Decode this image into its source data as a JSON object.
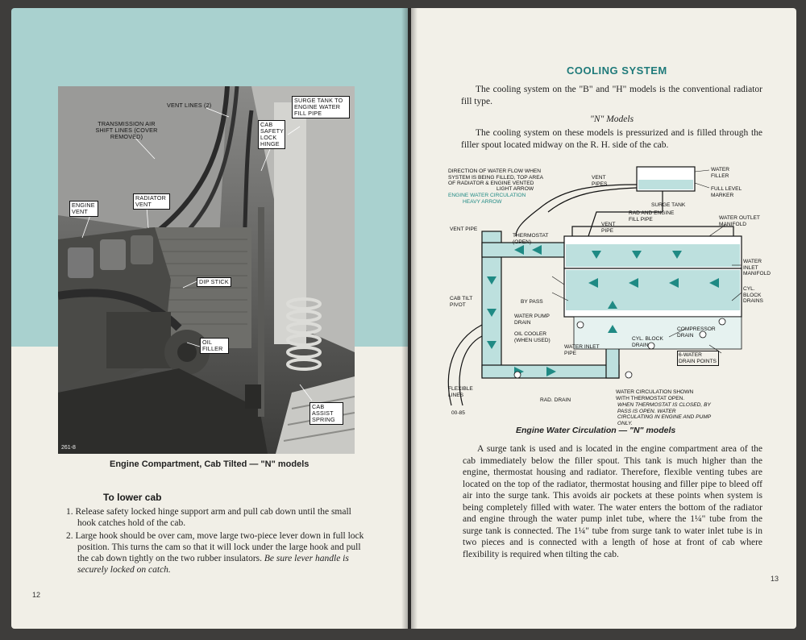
{
  "left_page": {
    "photo": {
      "labels": {
        "vent_lines": "VENT LINES (2)",
        "surge_tank": "SURGE TANK TO ENGINE WATER FILL PIPE",
        "transmission": "TRANSMISSION AIR SHIFT LINES (COVER REMOVED)",
        "cab_safety": "CAB SAFETY LOCK HINGE",
        "engine_vent": "ENGINE VENT",
        "radiator_vent": "RADIATOR VENT",
        "dip_stick": "DIP STICK",
        "oil_filler": "OIL FILLER",
        "cab_assist": "CAB ASSIST SPRING"
      },
      "code": "261-8"
    },
    "caption": "Engine Compartment, Cab Tilted — \"N\" models",
    "subhead": "To lower cab",
    "steps": [
      "1. Release safety locked hinge support arm and pull cab down until the small hook catches hold of the cab.",
      "2. Large hook should be over cam, move large two-piece lever down in full lock position. This turns the cam so that it will lock under the large hook and pull the cab down tightly on the two rubber insulators."
    ],
    "step2_italic": "Be sure lever handle is securely locked on catch.",
    "page_number": "12"
  },
  "right_page": {
    "title": "COOLING SYSTEM",
    "intro": "The cooling system on the \"B\" and \"H\" models is the conventional radiator fill type.",
    "models_heading": "\"N\" Models",
    "n_models_text": "The cooling system on these models is pressurized and is filled through the filler spout located midway on the R. H. side of the cab.",
    "diagram": {
      "labels": {
        "direction": "DIRECTION OF WATER FLOW WHEN SYSTEM IS BEING FILLED, TOP AREA OF RADIATOR & ENGINE VENTED",
        "light_arrow": "LIGHT ARROW",
        "engine_circ": "ENGINE WATER CIRCULATION",
        "heavy_arrow": "HEAVY ARROW",
        "vent_pipes": "VENT PIPES",
        "water_filler": "WATER FILLER",
        "full_level": "FULL LEVEL MARKER",
        "surge_tank": "SURGE TANK",
        "rad_engine_fill": "RAD AND ENGINE FILL PIPE",
        "vent_pipe_left": "VENT PIPE",
        "vent_pipe_mid": "VENT PIPE",
        "thermostat": "THERMOSTAT (OPEN)",
        "water_outlet": "WATER OUTLET MANIFOLD",
        "water_inlet_manifold": "WATER INLET MANIFOLD",
        "cyl_block_drains": "CYL. BLOCK DRAINS",
        "cab_tilt": "CAB TILT PIVOT",
        "by_pass": "BY PASS",
        "water_pump_drain": "WATER PUMP DRAIN",
        "oil_cooler": "OIL COOLER (WHEN USED)",
        "cyl_block_drain": "CYL. BLOCK DRAIN",
        "compressor_drain": "COMPRESSOR DRAIN",
        "water_inlet_pipe": "WATER INLET PIPE",
        "six_water": "6-WATER DRAIN POINTS",
        "flexible_lines": "FLEXIBLE LINES",
        "rad_drain": "RAD. DRAIN",
        "circ_open": "WATER CIRCULATION SHOWN WITH THERMOSTAT OPEN.",
        "circ_closed": "WHEN THERMOSTAT IS CLOSED, BY PASS IS OPEN. WATER CIRCULATING IN ENGINE AND PUMP ONLY.",
        "code": "00-85"
      },
      "caption": "Engine Water Circulation — \"N\" models"
    },
    "body": "A surge tank is used and is located in the engine compartment area of the cab immediately below the filler spout. This tank is much higher than the engine, thermostat housing and radiator. Therefore, flexible venting tubes are located on the top of the radiator, thermostat housing and filler pipe to bleed off air into the surge tank. This avoids air pockets at these points when system is being completely filled with water. The water enters the bottom of the radiator and engine through the water pump inlet tube, where the 1¼\" tube from the surge tank is connected. The 1¼\" tube from surge tank to water inlet tube is in two pieces and is connected with a length of hose at front of cab where flexibility is required when tilting the cab.",
    "page_number": "13"
  },
  "colors": {
    "teal_panel": "#a9d1cf",
    "paper": "#f1efe7",
    "title_teal": "#1f7a7a",
    "water_fill": "#bde0de"
  }
}
